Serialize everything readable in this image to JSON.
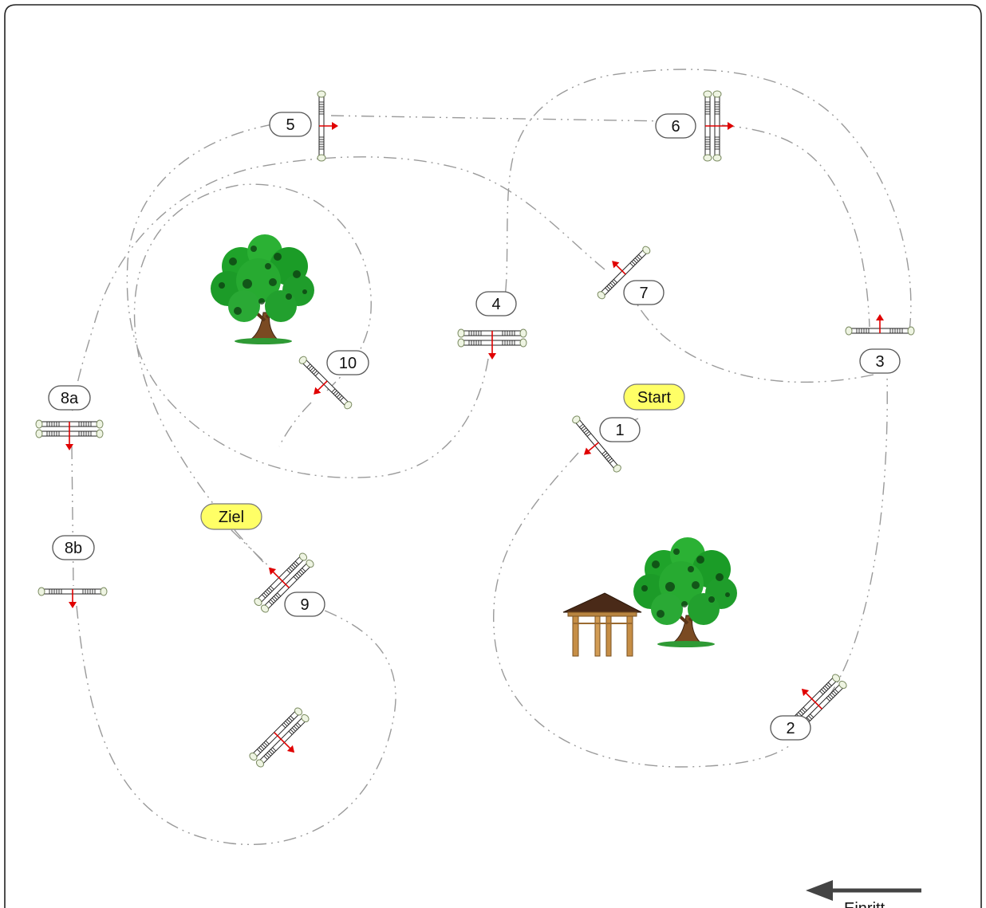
{
  "markers": {
    "start": "Start",
    "finish": "Ziel",
    "entrance": "Einritt"
  },
  "obstacles": [
    {
      "id": "1",
      "label": "1"
    },
    {
      "id": "2",
      "label": "2"
    },
    {
      "id": "3",
      "label": "3"
    },
    {
      "id": "4",
      "label": "4"
    },
    {
      "id": "5",
      "label": "5"
    },
    {
      "id": "6",
      "label": "6"
    },
    {
      "id": "7",
      "label": "7"
    },
    {
      "id": "8a",
      "label": "8a"
    },
    {
      "id": "8b",
      "label": "8b"
    },
    {
      "id": "9",
      "label": "9"
    },
    {
      "id": "10",
      "label": "10"
    }
  ],
  "decorations": [
    "tree",
    "tree",
    "gazebo"
  ],
  "colors": {
    "marker_fill": "#ffff66",
    "direction_arrow": "#e00000",
    "path": "#9a9a9a",
    "arena_border": "#222222"
  }
}
